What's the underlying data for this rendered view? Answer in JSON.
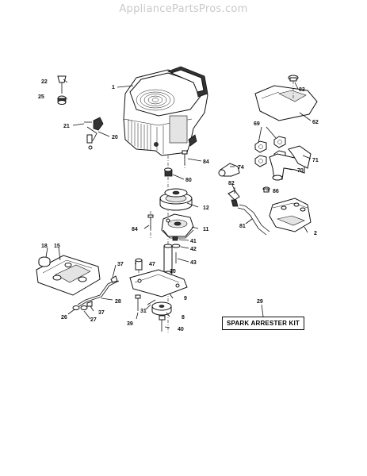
{
  "header": {
    "watermark": "AppliancePartsPros.com"
  },
  "kit_label": "SPARK ARRESTER KIT",
  "callouts": {
    "c1": "1",
    "c2": "2",
    "c8": "8",
    "c9": "9",
    "c10": "10",
    "c11": "11",
    "c12": "12",
    "c15": "15",
    "c18": "18",
    "c20": "20",
    "c21": "21",
    "c22": "22",
    "c25": "25",
    "c26": "26",
    "c27": "27",
    "c28": "28",
    "c29": "29",
    "c31": "31",
    "c37a": "37",
    "c37b": "37",
    "c39": "39",
    "c40": "40",
    "c41": "41",
    "c42": "42",
    "c43": "43",
    "c47": "47",
    "c62": "62",
    "c69": "69",
    "c70": "70",
    "c71": "71",
    "c74": "74",
    "c80": "80",
    "c81": "81",
    "c82": "82",
    "c83": "83",
    "c84a": "84",
    "c84b": "84",
    "c86": "86"
  }
}
